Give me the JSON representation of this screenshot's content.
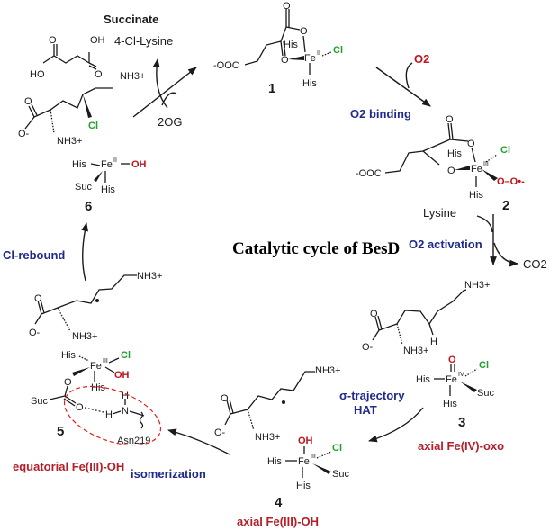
{
  "title": "Catalytic cycle of BesD",
  "top_left": {
    "succinate_label": "Succinate",
    "product_label": "4-Cl-Lysine",
    "cosubstrate_label": "2OG",
    "succinate_groups": {
      "acid_left": "HO",
      "acid_right": "OH",
      "oxo": "O"
    },
    "chlorolysine": {
      "amine_top": "NH3+",
      "amine_bottom": "NH3+",
      "carboxylate": "O-",
      "oxo": "O",
      "chloro": "Cl"
    }
  },
  "species": [
    {
      "number": "1",
      "ligands": {
        "metal": "Fe",
        "oxidation": "II",
        "his_top": "His",
        "his_bottom": "His",
        "cl": "Cl",
        "chain": "-OOC",
        "o1": "O",
        "o2": "O",
        "o3": "O"
      }
    },
    {
      "number": "2",
      "ligands": {
        "metal": "Fe",
        "oxidation": "III",
        "his_top": "His",
        "his_bottom": "His",
        "cl": "Cl",
        "superoxo": "O–O•-",
        "chain": "-OOC",
        "o1": "O",
        "o2": "O",
        "o3": "O"
      }
    },
    {
      "number": "3",
      "description": "axial Fe(IV)-oxo",
      "ligands": {
        "metal": "Fe",
        "oxidation": "IV",
        "oxo": "O",
        "his_left": "His",
        "his_bottom": "His",
        "cl": "Cl",
        "suc": "Suc"
      },
      "substrate": {
        "amine_top": "NH3+",
        "amine_bottom": "NH3+",
        "h": "H",
        "carboxylate": "O-",
        "oxo": "O"
      }
    },
    {
      "number": "4",
      "description": "axial Fe(III)-OH",
      "ligands": {
        "metal": "Fe",
        "oxidation": "III",
        "oh": "OH",
        "his_left": "His",
        "his_bottom": "His",
        "cl": "Cl",
        "suc": "Suc"
      },
      "substrate": {
        "amine_top": "NH3+",
        "amine_bottom": "NH3+",
        "carboxylate": "O-",
        "oxo": "O"
      }
    },
    {
      "number": "5",
      "description": "equatorial Fe(III)-OH",
      "ligands": {
        "metal": "Fe",
        "oxidation": "III",
        "oh": "OH",
        "his_top": "His",
        "his_bottom": "His",
        "cl": "Cl",
        "suc": "Suc",
        "o1": "O",
        "o2": "O"
      },
      "hbond": {
        "h1": "H",
        "h2": "H",
        "n": "N",
        "residue": "Asn219"
      },
      "substrate": {
        "amine_top": "NH3+",
        "amine_bottom": "NH3+",
        "carboxylate": "O-",
        "oxo": "O"
      }
    },
    {
      "number": "6",
      "ligands": {
        "metal": "Fe",
        "oxidation": "II",
        "oh": "OH",
        "his_left": "His",
        "his_bottom": "His",
        "suc": "Suc"
      }
    }
  ],
  "steps": {
    "o2_binding": {
      "label": "O2 binding",
      "reagent": "O2"
    },
    "o2_activation": {
      "label": "O2 activation",
      "reagent": "Lysine",
      "byproduct": "CO2"
    },
    "hat": {
      "label_line1": "σ-trajectory",
      "label_line2": "HAT"
    },
    "isomerization": {
      "label": "isomerization"
    },
    "cl_rebound": {
      "label": "Cl-rebound"
    }
  },
  "colors": {
    "step_label": "#1f2a8c",
    "state_label": "#b3202a",
    "chlorine": "#1fa12e",
    "oxygen": "#c0141c",
    "hbond_ellipse": "#e02020"
  }
}
